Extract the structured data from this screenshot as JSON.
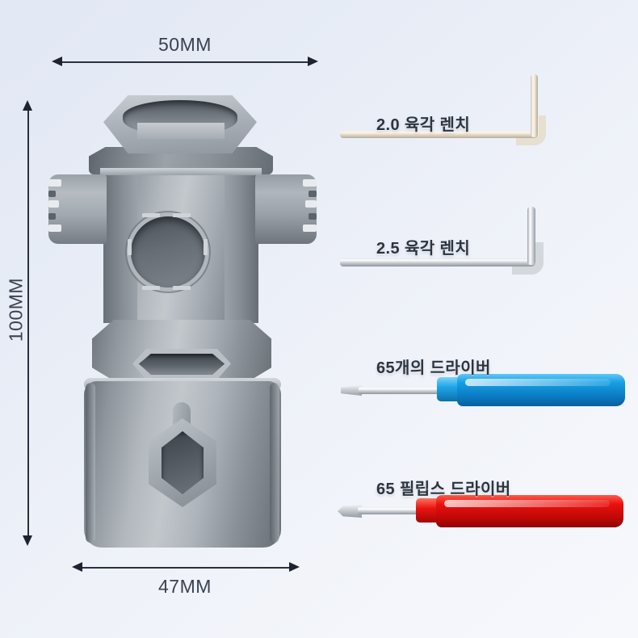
{
  "background": {
    "gradient_from": "#e2e8f4",
    "gradient_to": "#f6f8fc"
  },
  "dimensions": {
    "width_label": "50MM",
    "height_label": "100MM",
    "depth_label": "47MM"
  },
  "product": {
    "name": "bottom-bracket-remover-tool",
    "body_color": "#a9afb6"
  },
  "accessories": [
    {
      "label": "2.0 육각 렌치",
      "icon": "hex-wrench-icon",
      "finish": "cream"
    },
    {
      "label": "2.5 육각 렌치",
      "icon": "hex-wrench-icon",
      "finish": "chrome"
    },
    {
      "label": "65개의 드라이버",
      "icon": "flathead-screwdriver-icon",
      "handle_color": "#17a0e4"
    },
    {
      "label": "65 필립스 드라이버",
      "icon": "phillips-screwdriver-icon",
      "handle_color": "#e8120f"
    }
  ]
}
